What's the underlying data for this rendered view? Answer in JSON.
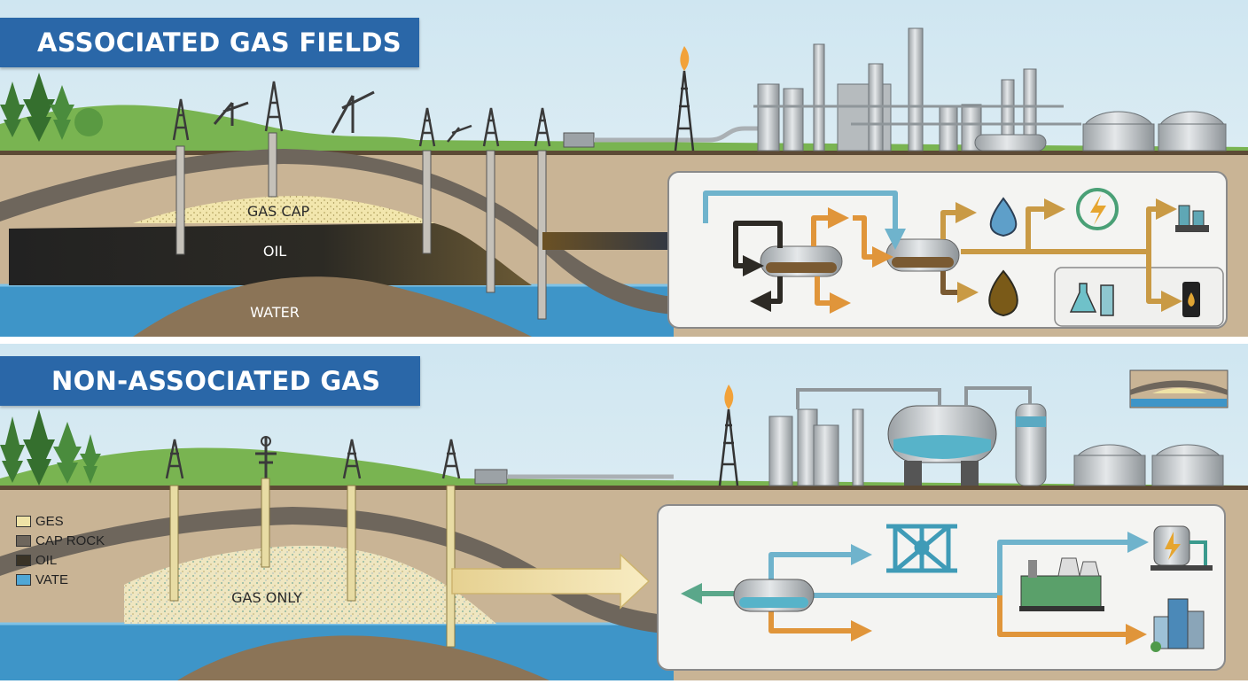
{
  "top": {
    "title": "ASSOCIATED GAS FIELDS",
    "labels": {
      "gas_cap": "GAS CAP",
      "oil": "OIL",
      "water": "WATER"
    }
  },
  "bottom": {
    "title": "NON-ASSOCIATED GAS",
    "labels": {
      "gas_only": "GAS ONLY"
    },
    "legend": [
      {
        "label": "GES",
        "color": "#efe3a6"
      },
      {
        "label": "CAP ROCK",
        "color": "#6e665c"
      },
      {
        "label": "OIL",
        "color": "#3a3326"
      },
      {
        "label": "VATE",
        "color": "#4fa7d6"
      }
    ]
  },
  "colors": {
    "banner": "#2a67a8",
    "sky": "#dcedf5",
    "ground": "#c9b495",
    "cap_rock": "#6e665c",
    "gas": "#efe3a6",
    "oil": "#252320",
    "water": "#3e95c8",
    "pipe_blue": "#6fb3cc",
    "pipe_orange": "#e0953a",
    "pipe_gold": "#c99a45"
  }
}
